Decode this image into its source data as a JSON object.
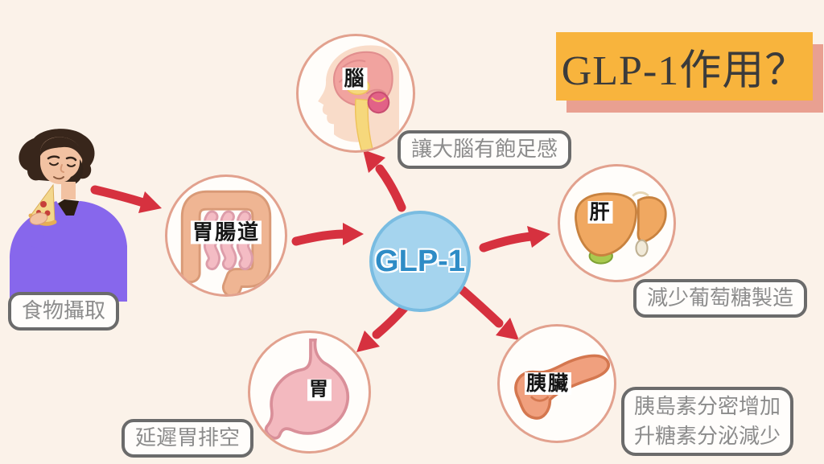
{
  "title": {
    "text": "GLP-1作用？"
  },
  "center": {
    "label": "GLP-1"
  },
  "organs": {
    "brain": "腦",
    "gi": "胃腸道",
    "liver": "肝",
    "stomach": "胃",
    "pancreas": "胰臟"
  },
  "labels": {
    "brain_caption": "讓大腦有飽足感",
    "liver_caption": "減少葡萄糖製造",
    "pancreas_caption_line1": "胰島素分密增加",
    "pancreas_caption_line2": "升糖素分泌減少",
    "stomach_caption": "延遲胃排空",
    "food_caption": "食物攝取"
  },
  "colors": {
    "background": "#fbf2e9",
    "title-bg": "#f8b43d",
    "title-shadow": "#e9a091",
    "title-text": "#3b3b3b",
    "arrow": "#d6313f",
    "circle-border": "#e2a18e",
    "center-fill": "#a5d4ee",
    "center-border": "#79bce1",
    "center-text": "#2e8cc6",
    "tag-border": "#6b6b6b",
    "tag-text": "#8c8c8c"
  }
}
